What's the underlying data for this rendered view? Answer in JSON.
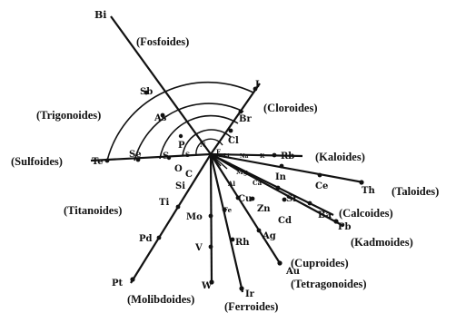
{
  "colors": {
    "ink": "#111111",
    "background": "#ffffff"
  },
  "groups": {
    "fosfoides": "(Fosfoides)",
    "trigonoides": "(Trigonoides)",
    "cloroides": "(Cloroides)",
    "sulfoides": "(Sulfoides)",
    "kaloides": "(Kaloides)",
    "taloides": "(Taloides)",
    "calcoides": "(Calcoides)",
    "titanoides": "(Titanoides)",
    "kadmoides": "(Kadmoides)",
    "cuproides": "(Cuproides)",
    "tetragonoides": "(Tetragonoides)",
    "molibdoides": "(Molibdoides)",
    "ferroides": "(Ferroides)"
  },
  "elements": {
    "Bi": "Bi",
    "Sb": "Sb",
    "As": "As",
    "P": "P",
    "N": "N",
    "I": "I",
    "Br": "Br",
    "Cl": "Cl",
    "F": "F",
    "Te": "Te",
    "Se": "Se",
    "S": "S",
    "O": "O",
    "Li": "Li",
    "Na": "Na",
    "K": "K",
    "Rb": "Rb",
    "Mg": "Mg",
    "In": "In",
    "Ce": "Ce",
    "Th": "Th",
    "Ca": "Ca",
    "Sr": "Sr",
    "Ba": "Ba",
    "Zn": "Zn",
    "Cd": "Cd",
    "Pb": "Pb",
    "Cu": "Cu",
    "Ag": "Ag",
    "Au": "Au",
    "Al": "Al",
    "C": "C",
    "Si": "Si",
    "Ti": "Ti",
    "Pd": "Pd",
    "Pt": "Pt",
    "Fe": "Fe",
    "Rh": "Rh",
    "Ir": "Ir",
    "Mo": "Mo",
    "V": "V",
    "W": "W"
  }
}
